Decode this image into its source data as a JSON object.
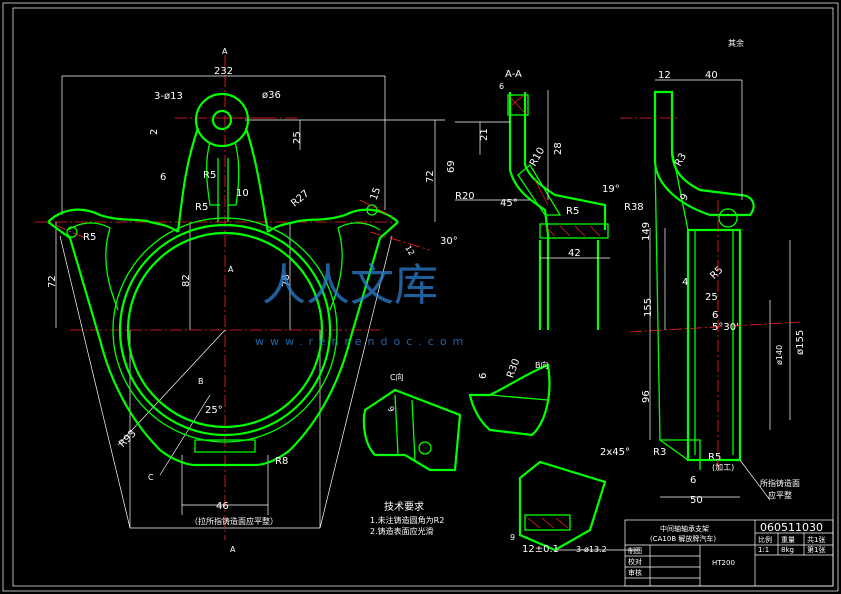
{
  "views": {
    "main_top_label": "A",
    "section_label": "A-A",
    "view_c": "C向",
    "view_b": "B向",
    "view_arrow_b": "B",
    "view_arrow_c": "C",
    "center_a": "A",
    "bottom_a": "A",
    "roughness_note": "其余"
  },
  "dimensions": {
    "d232": "232",
    "hole_small": "3-ø13",
    "hole_top": "ø36",
    "d2": "2",
    "d25": "25",
    "r5a": "R5",
    "d10": "10",
    "d6": "6",
    "r5b": "R5",
    "r27": "R27",
    "r5c": "R5",
    "d15": "15",
    "d72": "72",
    "d69": "69",
    "d72b": "72",
    "d82": "82",
    "d78": "78",
    "r93": "R93",
    "d25deg": "25°",
    "r8": "R8",
    "d46": "46",
    "d30deg": "30°",
    "d12d": "12",
    "sec_6": "6",
    "sec_21": "21",
    "sec_28": "28",
    "sec_r10": "R10",
    "sec_r20": "R20",
    "sec_45": "45°",
    "sec_19": "19°",
    "sec_r5": "R5",
    "sec_r38": "R38",
    "sec_42": "42",
    "side_12": "12",
    "side_40": "40",
    "side_r3": "R3",
    "side_9": "9",
    "side_149": "149",
    "side_r5": "R5",
    "side_4": "4",
    "side_25": "25",
    "side_6": "6",
    "side_530": "5°30'",
    "side_155": "155",
    "side_d155": "ø155",
    "side_d140": "ø140",
    "side_96": "96",
    "side_2x45": "2x45°",
    "side_r3b": "R3",
    "side_r5b": "R5",
    "side_jg": "(加工)",
    "side_6b": "6",
    "side_50": "50",
    "side_note": "所指铸造面",
    "side_note2": "应平整",
    "b_6": "6",
    "b_r30": "R30",
    "c_9": "9",
    "bottom_note": "（拉所指铸造面应平整）",
    "det_9": "9",
    "det_12": "12±0.1",
    "det_note": "3-ø13.2"
  },
  "notes": {
    "title": "技术要求",
    "line1": "1.未注铸造圆角为R2",
    "line2": "2.铸造表面应光滑"
  },
  "title_block": {
    "part_name": "中间轴轴承支架",
    "part_sub": "(CA10B 解放牌汽车)",
    "drawing_no": "060511030",
    "scale_h": "比例",
    "weight_h": "重量",
    "qty_h": "共1张",
    "scale": "1:1",
    "weight": "8kg",
    "sheet": "第1张",
    "drawn": "制图",
    "check": "校对",
    "review": "审核",
    "material": "HT200"
  },
  "watermark": {
    "text": "人人文库",
    "url": "www.renrendoc.com"
  }
}
